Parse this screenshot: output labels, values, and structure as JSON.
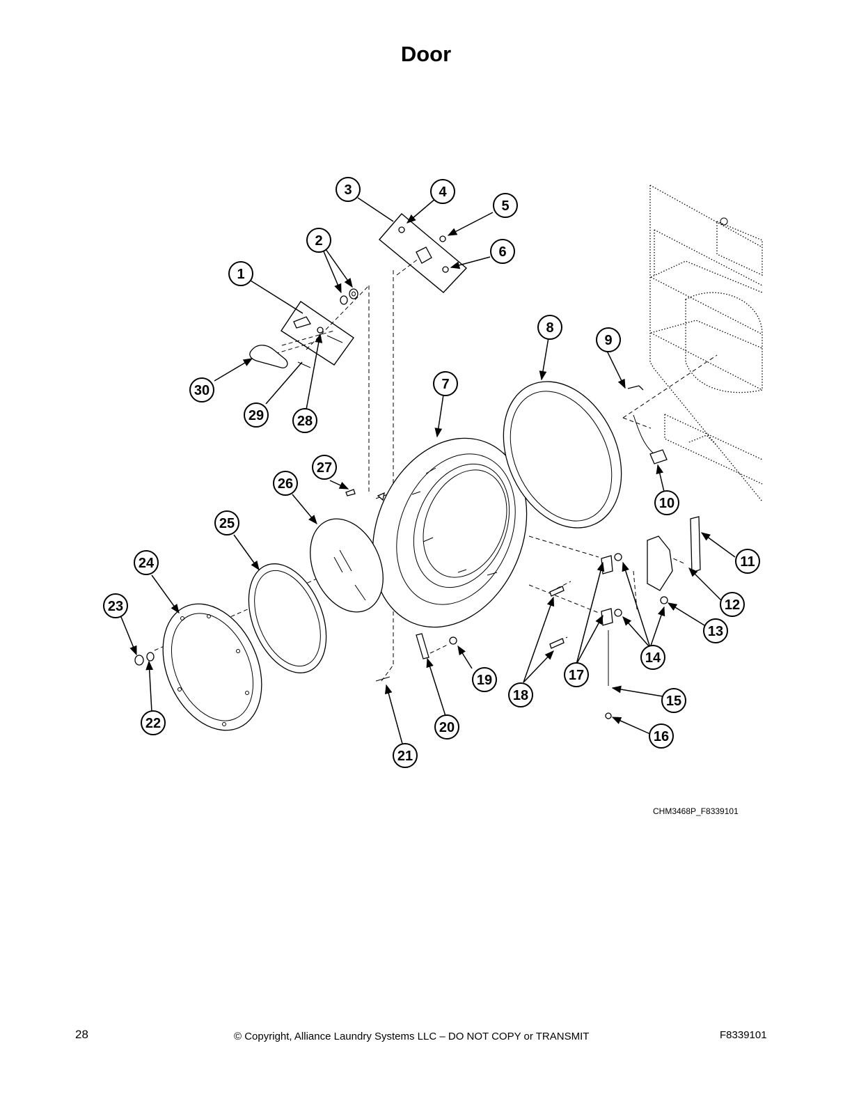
{
  "title": "Door",
  "figure_code": "CHM3468P_F8339101",
  "footer": {
    "page_number": "28",
    "copyright": "© Copyright, Alliance Laundry Systems LLC – DO NOT COPY or TRANSMIT",
    "document_number": "F8339101"
  },
  "callouts": [
    "1",
    "2",
    "3",
    "4",
    "5",
    "6",
    "7",
    "8",
    "9",
    "10",
    "11",
    "12",
    "13",
    "14",
    "15",
    "16",
    "17",
    "18",
    "19",
    "20",
    "21",
    "22",
    "23",
    "24",
    "25",
    "26",
    "27",
    "28",
    "29",
    "30"
  ]
}
